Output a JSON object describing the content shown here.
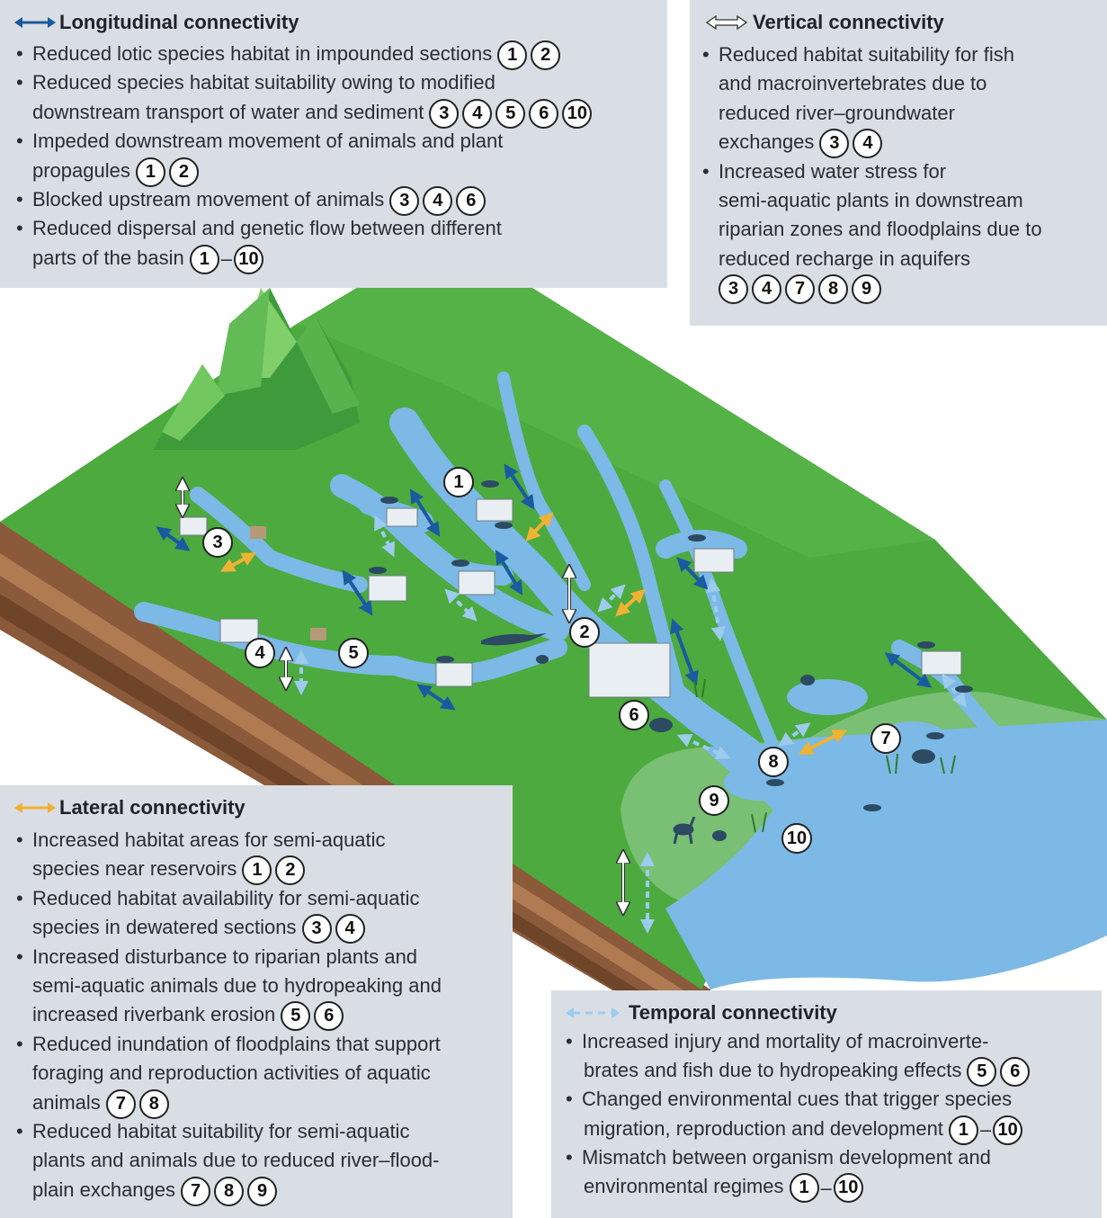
{
  "longitudinal": {
    "title": "Longitudinal connectivity",
    "lines": [
      {
        "text": "Reduced lotic species habitat in impounded sections",
        "refs": [
          "1",
          "2"
        ]
      },
      {
        "text": "Reduced species habitat suitability owing to modified",
        "refs": []
      },
      {
        "text": "downstream transport of water and sediment",
        "refs": [
          "3",
          "4",
          "5",
          "6",
          "10"
        ]
      },
      {
        "text": "Impeded downstream movement of animals and plant",
        "refs": []
      },
      {
        "text": "propagules",
        "refs": [
          "1",
          "2"
        ]
      },
      {
        "text": "Blocked upstream movement of animals",
        "refs": [
          "3",
          "4",
          "6"
        ]
      },
      {
        "text": "Reduced dispersal and genetic flow between different",
        "refs": []
      },
      {
        "text": "parts of the basin",
        "range": [
          "1",
          "10"
        ]
      }
    ]
  },
  "vertical": {
    "title": "Vertical connectivity",
    "lines": [
      {
        "text": "Reduced habitat suitability for fish",
        "refs": []
      },
      {
        "text": "and macroinvertebrates due to",
        "refs": []
      },
      {
        "text": "reduced river–groundwater",
        "refs": []
      },
      {
        "text": "exchanges",
        "refs": [
          "3",
          "4"
        ]
      },
      {
        "text": "Increased water stress for",
        "refs": []
      },
      {
        "text": "semi-aquatic plants in downstream",
        "refs": []
      },
      {
        "text": "riparian zones and floodplains due to",
        "refs": []
      },
      {
        "text": "reduced recharge in aquifers",
        "refs": []
      },
      {
        "text": "",
        "refs": [
          "3",
          "4",
          "7",
          "8",
          "9"
        ]
      }
    ]
  },
  "lateral": {
    "title": "Lateral connectivity",
    "lines": [
      {
        "text": "Increased habitat areas for semi-aquatic",
        "refs": []
      },
      {
        "text": "species near reservoirs",
        "refs": [
          "1",
          "2"
        ]
      },
      {
        "text": "Reduced habitat availability for semi-aquatic",
        "refs": []
      },
      {
        "text": "species in dewatered sections",
        "refs": [
          "3",
          "4"
        ]
      },
      {
        "text": "Increased disturbance to riparian plants and",
        "refs": []
      },
      {
        "text": "semi-aquatic animals due to hydropeaking and",
        "refs": []
      },
      {
        "text": "increased riverbank erosion",
        "refs": [
          "5",
          "6"
        ]
      },
      {
        "text": "Reduced inundation of floodplains that support",
        "refs": []
      },
      {
        "text": "foraging and reproduction activities of aquatic",
        "refs": []
      },
      {
        "text": "animals",
        "refs": [
          "7",
          "8"
        ]
      },
      {
        "text": "Reduced habitat suitability for semi-aquatic",
        "refs": []
      },
      {
        "text": "plants and animals due to reduced river–flood-",
        "refs": []
      },
      {
        "text": "plain exchanges",
        "refs": [
          "7",
          "8",
          "9"
        ]
      }
    ]
  },
  "temporal": {
    "title": "Temporal connectivity",
    "lines": [
      {
        "text": "Increased injury and mortality of macroinverte-",
        "refs": []
      },
      {
        "text": "brates and fish due to hydropeaking effects",
        "refs": [
          "5",
          "6"
        ]
      },
      {
        "text": "Changed environmental cues that trigger species",
        "refs": []
      },
      {
        "text": "migration, reproduction and development",
        "range": [
          "1",
          "10"
        ]
      },
      {
        "text": "Mismatch between organism development and",
        "refs": []
      },
      {
        "text": "environmental regimes",
        "range": [
          "1",
          "10"
        ]
      }
    ]
  },
  "map_labels": [
    "1",
    "2",
    "3",
    "4",
    "5",
    "6",
    "7",
    "8",
    "9",
    "10"
  ],
  "colors": {
    "longitudinal": "#1a5aa0",
    "lateral": "#f0b233",
    "vertical": "#ffffff",
    "temporal": "#7fb6e2",
    "land": "#4caa3f",
    "water": "#7cb9e6",
    "soil": "#8a5a3a"
  }
}
